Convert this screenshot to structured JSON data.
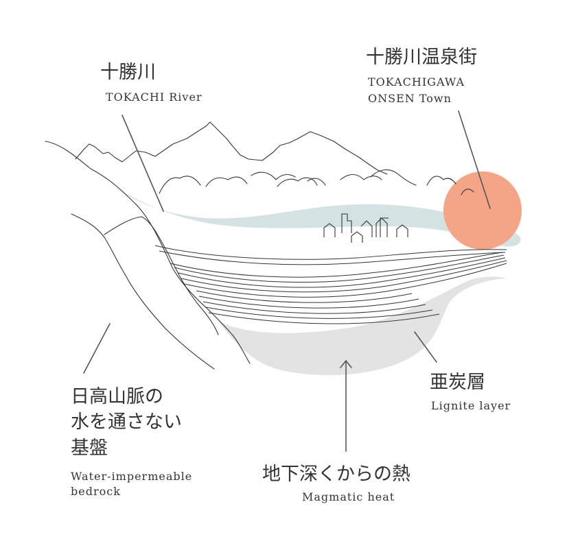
{
  "colors": {
    "sun": "#f4a487",
    "river": "#d5e2e3",
    "lignite": "#e3e3e3",
    "ink": "#333333",
    "leader": "#555555"
  },
  "labels": {
    "river": {
      "jp": "十勝川",
      "en": "TOKACHI River"
    },
    "onsen_town": {
      "jp": "十勝川温泉街",
      "en_line1": "TOKACHIGAWA",
      "en_line2": "ONSEN Town"
    },
    "bedrock": {
      "jp_line1": "日高山脈の",
      "jp_line2": "水を通さない",
      "jp_line3": "基盤",
      "en_line1": "Water-impermeable",
      "en_line2": "bedrock"
    },
    "lignite": {
      "jp": "亜炭層",
      "en": "Lignite layer"
    },
    "heat": {
      "jp": "地下深くからの熱",
      "en": "Magmatic heat"
    }
  },
  "icons": [
    "sun-icon",
    "town-buildings-icon",
    "mountain-range-icon",
    "upward-arrow-icon"
  ]
}
